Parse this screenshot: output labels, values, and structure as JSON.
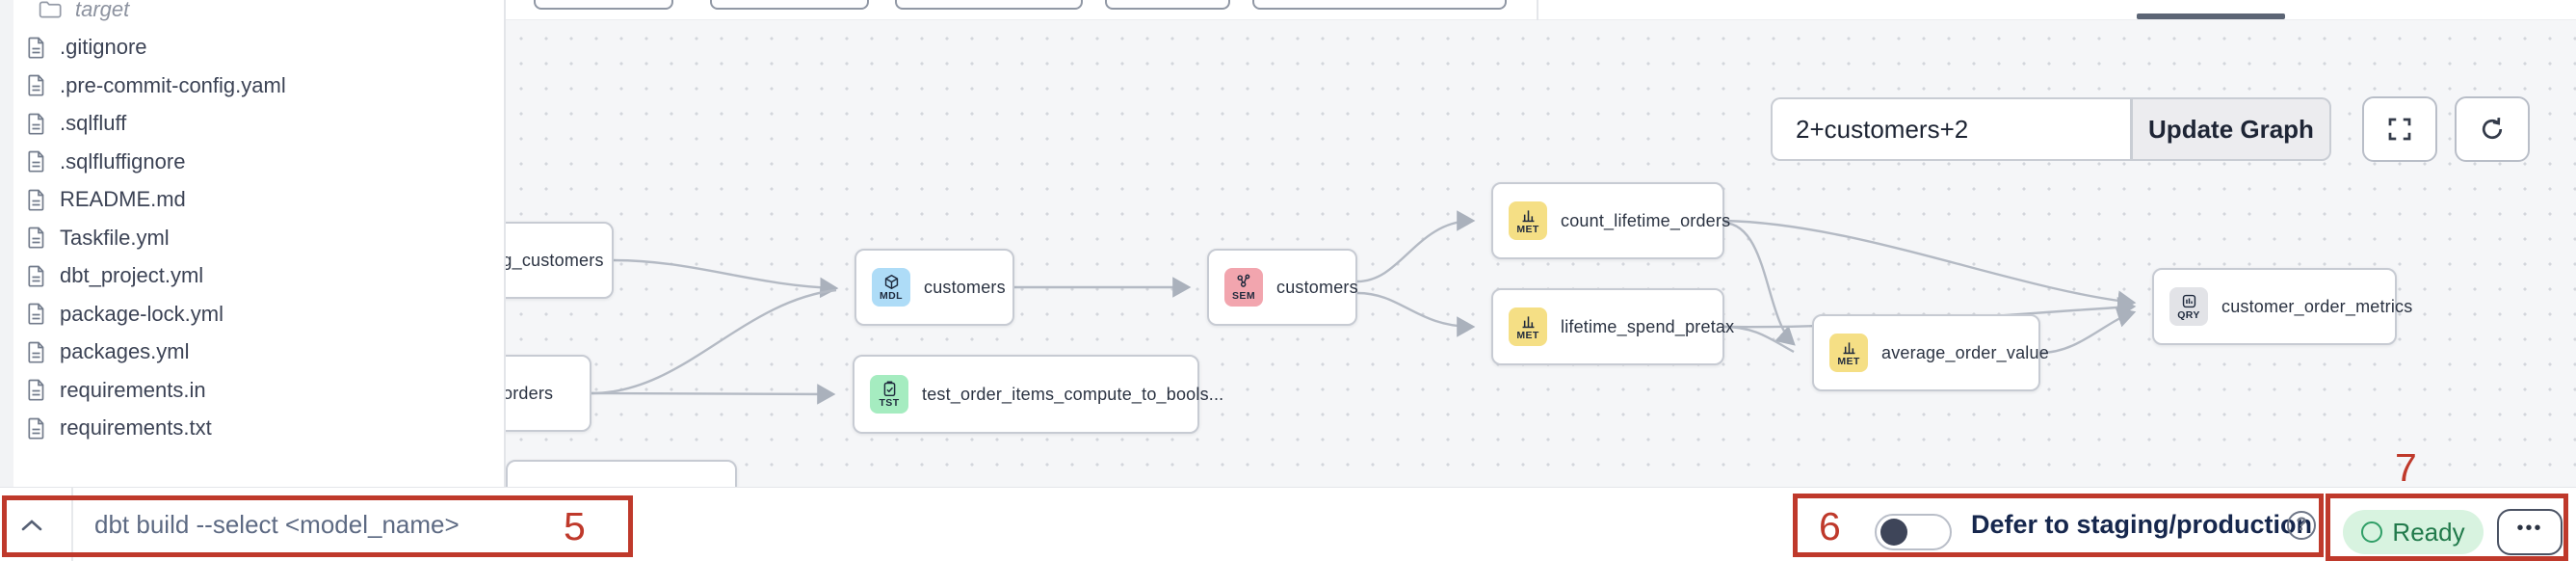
{
  "file_explorer": {
    "items": [
      {
        "label": "target",
        "kind": "folder"
      },
      {
        "label": ".gitignore",
        "kind": "file"
      },
      {
        "label": ".pre-commit-config.yaml",
        "kind": "file"
      },
      {
        "label": ".sqlfluff",
        "kind": "file"
      },
      {
        "label": ".sqlfluffignore",
        "kind": "file"
      },
      {
        "label": "README.md",
        "kind": "file"
      },
      {
        "label": "Taskfile.yml",
        "kind": "file"
      },
      {
        "label": "dbt_project.yml",
        "kind": "file"
      },
      {
        "label": "package-lock.yml",
        "kind": "file"
      },
      {
        "label": "packages.yml",
        "kind": "file"
      },
      {
        "label": "requirements.in",
        "kind": "file"
      },
      {
        "label": "requirements.txt",
        "kind": "file"
      }
    ]
  },
  "graph_toolbar": {
    "selector_value": "2+customers+2",
    "update_button_label": "Update Graph"
  },
  "lineage": {
    "nodes": [
      {
        "label": "stg_customers",
        "badge": ""
      },
      {
        "label": "orders",
        "badge": ""
      },
      {
        "label": "customers",
        "badge": "MDL"
      },
      {
        "label": "test_order_items_compute_to_bools...",
        "badge": "TST"
      },
      {
        "label": "customers",
        "badge": "SEM"
      },
      {
        "label": "count_lifetime_orders",
        "badge": "MET"
      },
      {
        "label": "lifetime_spend_pretax",
        "badge": "MET"
      },
      {
        "label": "average_order_value",
        "badge": "MET"
      },
      {
        "label": "customer_order_metrics",
        "badge": "QRY"
      }
    ],
    "edges": [
      [
        "stg_customers",
        "customers(MDL)"
      ],
      [
        "orders",
        "customers(MDL)"
      ],
      [
        "orders",
        "test_order_items_compute_to_bools..."
      ],
      [
        "customers(MDL)",
        "customers(SEM)"
      ],
      [
        "customers(SEM)",
        "count_lifetime_orders"
      ],
      [
        "customers(SEM)",
        "lifetime_spend_pretax"
      ],
      [
        "count_lifetime_orders",
        "customer_order_metrics"
      ],
      [
        "count_lifetime_orders",
        "average_order_value"
      ],
      [
        "lifetime_spend_pretax",
        "average_order_value"
      ],
      [
        "lifetime_spend_pretax",
        "customer_order_metrics"
      ],
      [
        "average_order_value",
        "customer_order_metrics"
      ]
    ],
    "badge_colors": {
      "MDL": "#aedcf7",
      "SEM": "#f2a5ae",
      "MET": "#f5df85",
      "TST": "#a5ecc0",
      "QRY": "#e2e3e7"
    }
  },
  "command_bar": {
    "placeholder": "dbt build --select <model_name>"
  },
  "status_bar": {
    "defer_label": "Defer to staging/production",
    "help_icon": "?",
    "ready_label": "Ready",
    "ellipsis_icon": "•••"
  },
  "annotations": {
    "box5": "5",
    "box6": "6",
    "box7": "7"
  },
  "colors": {
    "annotation_red": "#bf392b",
    "canvas_bg": "#f5f6f8",
    "ready_green_bg": "#d8f3e0",
    "ready_green_text": "#217a4b"
  }
}
